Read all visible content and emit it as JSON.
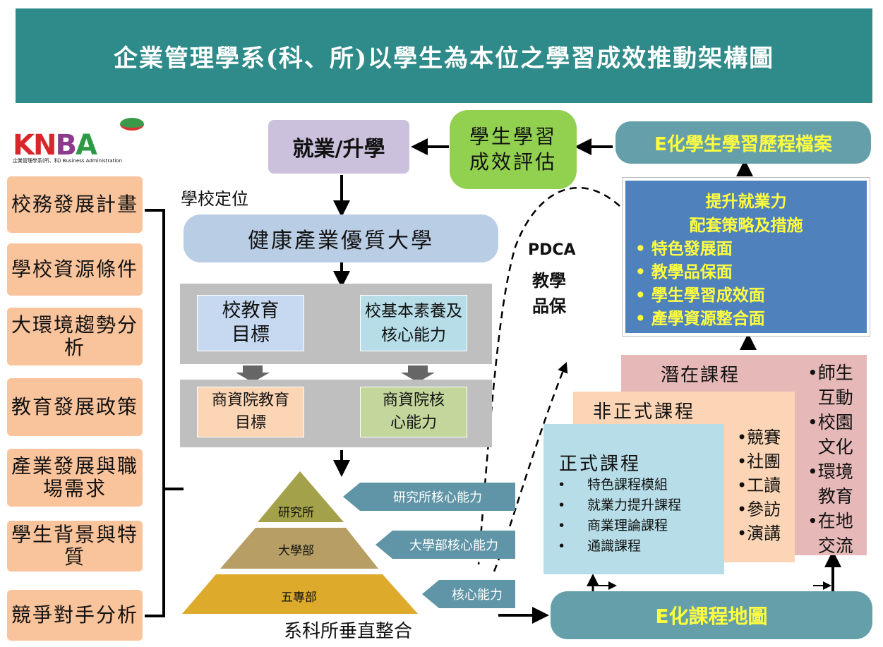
{
  "title": "企業管理學系(科、所)以學生為本位之學習成效推動架構圖",
  "logo": {
    "letters": "KNBA",
    "subtitle": "企業管理學系(所、科) Business Administration"
  },
  "left_factors": [
    "校務發展計畫",
    "學校資源條件",
    "大環境趨勢分析",
    "教育發展政策",
    "產業發展與職場需求",
    "學生背景與特質",
    "競爭對手分析"
  ],
  "top": {
    "employment": "就業/升學",
    "evaluation": "學生學習成效評估",
    "portfolio": "E化學生學習歷程檔案"
  },
  "positioning_label": "學校定位",
  "positioning": "健康產業優質大學",
  "school_goal": "校教育目標",
  "school_competency": "校基本素養及核心能力",
  "college_goal": "商資院教育目標",
  "college_competency": "商資院核心能力",
  "pyramid": {
    "top": "研究所",
    "middle": "大學部",
    "bottom": "五專部",
    "caption": "系科所垂直整合"
  },
  "competency_tags": [
    "研究所核心能力",
    "大學部核心能力",
    "核心能力"
  ],
  "pdca": {
    "title": "PDCA",
    "line1": "教學",
    "line2": "品保"
  },
  "strategy": {
    "title1": "提升就業力",
    "title2": "配套策略及措施",
    "items": [
      "特色發展面",
      "教學品保面",
      "學生學習成效面",
      "產學資源整合面"
    ]
  },
  "hidden_curriculum": {
    "title": "潛在課程",
    "items": [
      "師生互動",
      "校園文化",
      "環境教育",
      "在地交流"
    ]
  },
  "informal_curriculum": {
    "title": "非正式課程",
    "items": [
      "競賽",
      "社團",
      "工讀",
      "參訪",
      "演講"
    ]
  },
  "formal_curriculum": {
    "title": "正式課程",
    "items": [
      "特色課程模組",
      "就業力提升課程",
      "商業理論課程",
      "通識課程"
    ]
  },
  "curriculum_map": "E化課程地圖"
}
